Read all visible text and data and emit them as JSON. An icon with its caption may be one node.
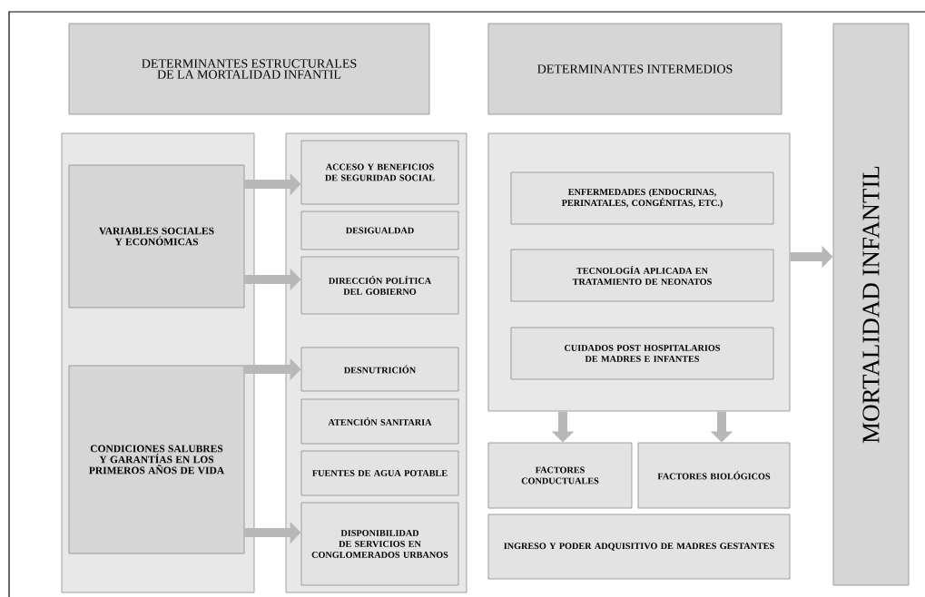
{
  "diagram": {
    "nodes": [
      {
        "text": [
          "DETERMINANTES ESTRUCTURALES DE LA MORTALIDAD INFANTIL"
        ]
      },
      {
        "text": [
          "DETERMINANTES INTERMEDIOS"
        ]
      },
      {
        "text": [
          "MORTALIDAD INFANTIL"
        ]
      },
      {
        "text": [],
        "shape": "box"
      },
      {
        "text": [
          "VARIABLES SOCIALES Y ECONÓMICAS"
        ],
        "in": 3
      },
      {
        "text": [
          "CONDICIONES SALUBRES Y GARANTÍAS EN LOS PRIMEROS AÑOS DE VIDA"
        ],
        "in": 3
      },
      {
        "text": [],
        "shape": "box"
      },
      {
        "text": [
          "ACCESO Y BENEFICIOS DE SEGURIDAD SOCIAL"
        ],
        "in": 6
      },
      {
        "text": [
          "DESIGUALDAD"
        ],
        "in": 6
      },
      {
        "text": [
          "DIRECCIÓN POLÍTICA DEL GOBIERNO"
        ],
        "in": 6
      },
      {
        "text": [
          "DESNUTRICIÓN"
        ],
        "in": 6
      },
      {
        "text": [
          "ATENCIÓN SANITARIA"
        ],
        "in": 6
      },
      {
        "text": [
          "FUENTES DE AGUA POTABLE"
        ],
        "in": 6
      },
      {
        "text": [
          "DISPONIBILIDAD DE SERVICIOS EN CONGLOMERADOS URBANOS"
        ],
        "in": 6
      },
      {
        "text": [],
        "shape": "box"
      },
      {
        "text": [
          "ENFERMEDADES (ENDOCRINAS, PERINATALES, CONGÉNITAS, ETC.)"
        ],
        "in": 14
      },
      {
        "text": [
          "TECNOLOGÍA APLICADA EN TRATAMIENTO DE NEONATOS"
        ],
        "in": 14
      },
      {
        "text": [
          "CUIDADOS POST HOSPITALARIOS DE MADRES E INFANTES"
        ],
        "in": 14
      },
      {
        "text": [
          "FACTORES CONDUCTUALES"
        ]
      },
      {
        "text": [
          "FACTORES BIOLÓGICOS"
        ]
      },
      {
        "text": [
          "INGRESO Y PODER ADQUISITIVO DE MADRES GESTANTES"
        ]
      }
    ],
    "edges": [
      {
        "from": 4,
        "to": 7,
        "arrow": "to"
      },
      {
        "from": 4,
        "to": 9,
        "arrow": "to"
      },
      {
        "from": 5,
        "to": 10,
        "arrow": "to"
      },
      {
        "from": 5,
        "to": 13,
        "arrow": "to"
      },
      {
        "from": 14,
        "to": 2,
        "arrow": "to"
      },
      {
        "from": 14,
        "to": 18,
        "arrow": "to"
      },
      {
        "from": 14,
        "to": 19,
        "arrow": "to"
      }
    ]
  }
}
